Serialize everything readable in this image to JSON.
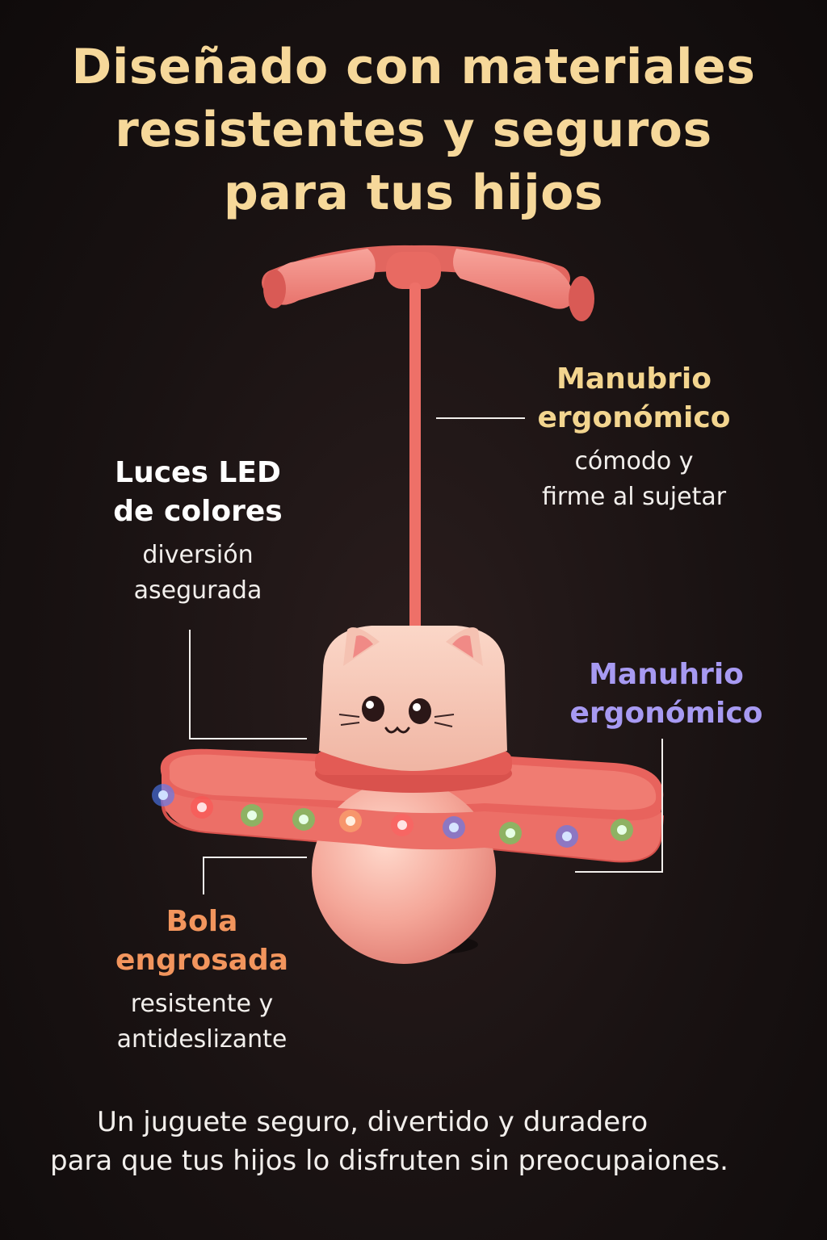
{
  "headline": {
    "line1": "Diseñado con materiales",
    "line2": "resistentes y seguros",
    "line3": "para tus hijos"
  },
  "features": {
    "handle": {
      "title_line1": "Manubrio",
      "title_line2": "ergonómico",
      "desc_line1": "cómodo y",
      "desc_line2": "firme al sujetar"
    },
    "led": {
      "title_line1": "Luces LED",
      "title_line2": "de colores",
      "desc_line1": "diversión",
      "desc_line2": "asegurada"
    },
    "ring": {
      "title_line1": "Manuhrio",
      "title_line2": "ergonómico"
    },
    "ball": {
      "title_line1": "Bola",
      "title_line2": "engrosada",
      "desc_line1": "resistente y",
      "desc_line2": "antideslizante"
    }
  },
  "footer": {
    "line1": "Un juguete seguro, divertido y duradero",
    "line2": "para que tus hijos lo disfruten sin preocupaiones."
  },
  "colors": {
    "background": "#191212",
    "headline": "#f6d89a",
    "handle_title": "#f3d58f",
    "led_title": "#ffffff",
    "ring_title": "#a79af2",
    "ball_title": "#f2955d",
    "toy_coral": "#e8605c",
    "toy_pink": "#f6c3b4"
  },
  "icons": {
    "cat_face": "cat-face-icon",
    "led_lights": "led-light-icon"
  }
}
